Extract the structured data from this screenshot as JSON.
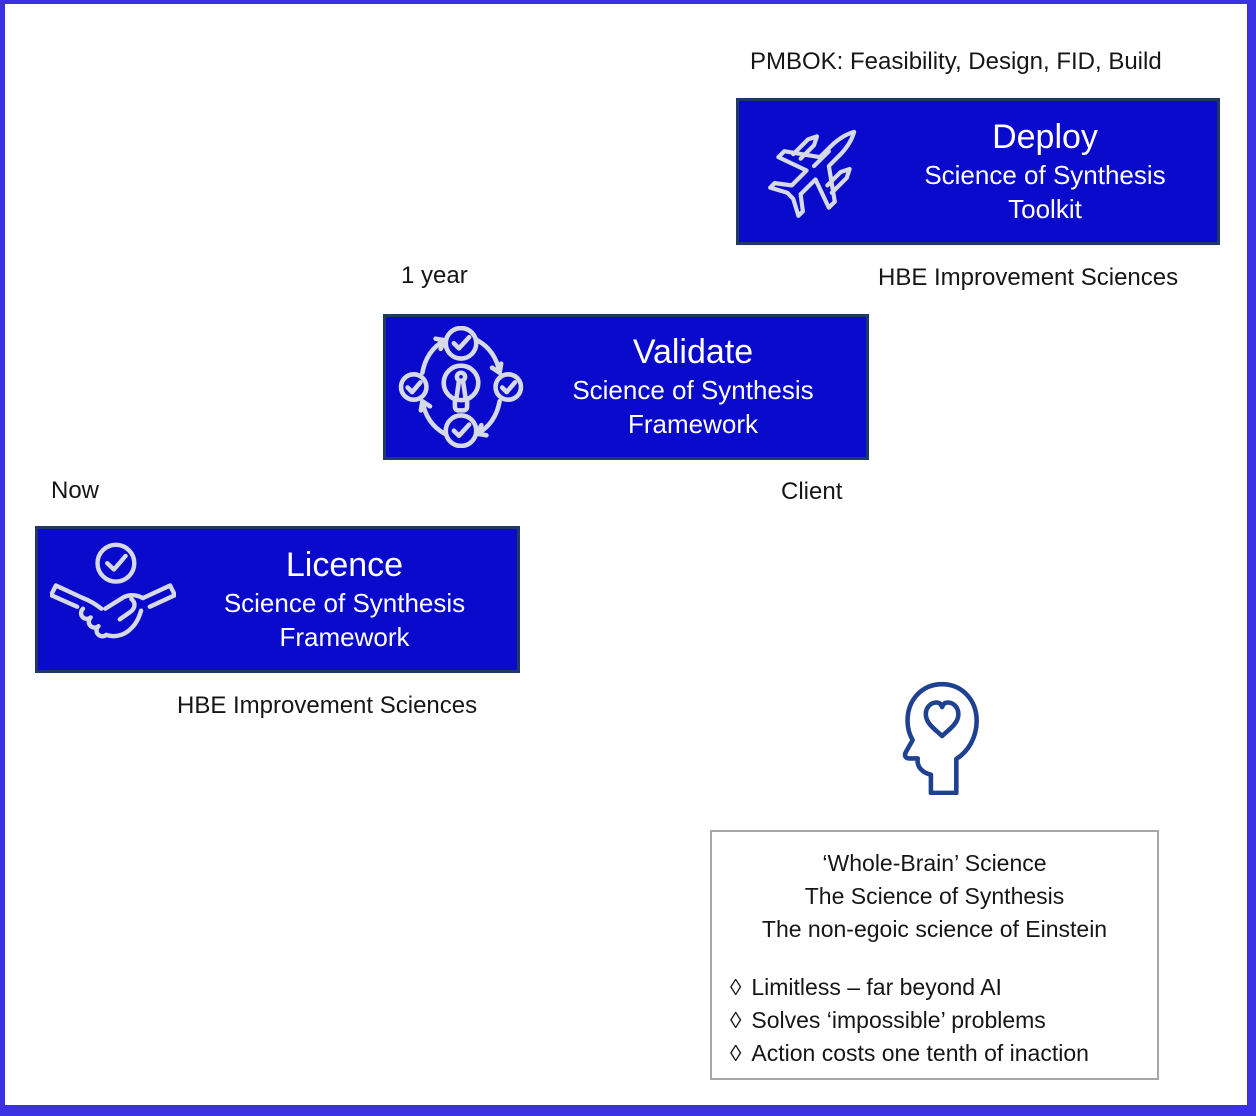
{
  "colors": {
    "outer_border": "#3b30e3",
    "box_fill": "#0a0acc",
    "box_border": "#1f3864",
    "icon_stroke": "#d6d9e6",
    "head_stroke": "#1f4191",
    "panel_border": "#a6a6a6",
    "label_text": "#161616"
  },
  "labels": {
    "pmbok": "PMBOK: Feasibility, Design, FID, Build",
    "hbe_top": "HBE Improvement Sciences",
    "one_year": "1 year",
    "client": "Client",
    "now": "Now",
    "hbe_bottom": "HBE Improvement Sciences"
  },
  "steps": [
    {
      "title": "Licence",
      "subtitle1": "Science of Synthesis",
      "subtitle2": "Framework",
      "icon": "handshake-icon"
    },
    {
      "title": "Validate",
      "subtitle1": "Science of Synthesis",
      "subtitle2": "Framework",
      "icon": "validate-cycle-icon"
    },
    {
      "title": "Deploy",
      "subtitle1": "Science of Synthesis",
      "subtitle2": "Toolkit",
      "icon": "fighter-jet-icon"
    }
  ],
  "panel": {
    "heading_lines": [
      "‘Whole-Brain’ Science",
      "The Science of Synthesis",
      "The non-egoic science of Einstein"
    ],
    "bullet_char": "◊",
    "bullets": [
      "Limitless – far beyond AI",
      "Solves ‘impossible’ problems",
      "Action costs one tenth of inaction"
    ]
  }
}
